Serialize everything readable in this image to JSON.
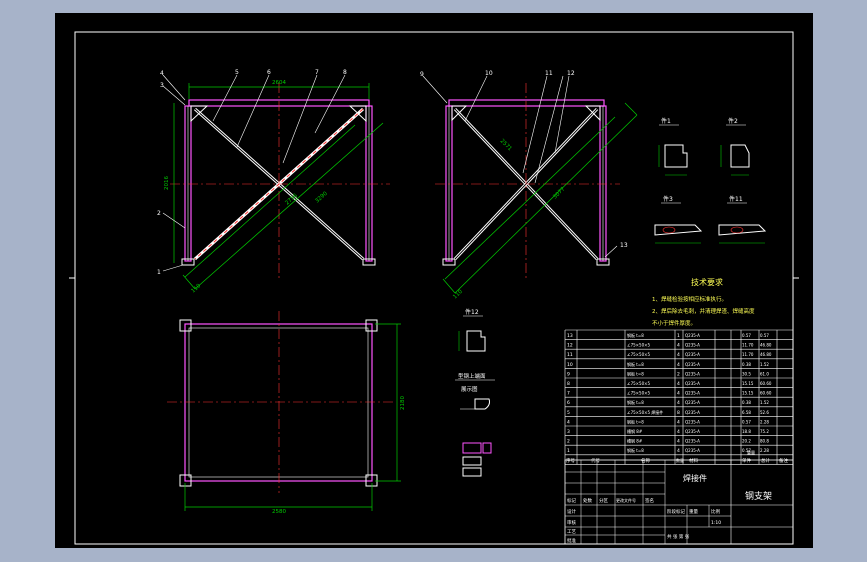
{
  "drawing": {
    "tech_req_title": "技术要求",
    "tech_req_lines": [
      "1、焊缝检验按相应标准执行。",
      "2、焊后除去毛刺，并清理焊渣、焊缝高度",
      "不小于焊件厚度。"
    ],
    "detail_labels": [
      "件1",
      "件2",
      "件3",
      "件11",
      "件12"
    ],
    "section_label_a": "型钢上端面",
    "section_label_b": "展示图",
    "callouts_left": [
      "4",
      "3",
      "5",
      "6",
      "7",
      "8",
      "2",
      "1"
    ],
    "callouts_right": [
      "9",
      "10",
      "11",
      "12",
      "13"
    ],
    "dims": {
      "front_top": "2604",
      "front_height": "2016",
      "front_diag": "3290",
      "front_diag2": "2756",
      "front_bottom_diag": "110",
      "plan_width": "2580",
      "plan_depth": "2180",
      "side_diag": "3077",
      "side_diag2": "2571",
      "side_bottom": "110"
    },
    "bom_rows": [
      [
        "13",
        "",
        "钢板 t=8",
        "",
        "1",
        "Q235-A",
        "",
        "0.57",
        "0.57",
        ""
      ],
      [
        "12",
        "",
        "∠75×50×5",
        "",
        "4",
        "Q235-A",
        "",
        "11.70",
        "46.80",
        ""
      ],
      [
        "11",
        "",
        "∠75×50×5",
        "",
        "4",
        "Q235-A",
        "",
        "11.70",
        "46.80",
        ""
      ],
      [
        "10",
        "",
        "钢板 t=8",
        "",
        "4",
        "Q235-A",
        "",
        "0.38",
        "1.52",
        ""
      ],
      [
        "9",
        "",
        "钢板 t=8",
        "",
        "2",
        "Q235-A",
        "",
        "30.5",
        "61.0",
        ""
      ],
      [
        "8",
        "",
        "∠75×50×5",
        "",
        "4",
        "Q235-A",
        "",
        "15.15",
        "60.60",
        ""
      ],
      [
        "7",
        "",
        "∠75×50×5",
        "",
        "4",
        "Q235-A",
        "",
        "15.15",
        "60.60",
        ""
      ],
      [
        "6",
        "",
        "钢板 t=8",
        "",
        "4",
        "Q235-A",
        "",
        "0.38",
        "1.52",
        ""
      ],
      [
        "5",
        "",
        "∠75×50×5 焊接件",
        "",
        "8",
        "Q235-A",
        "",
        "6.58",
        "52.6",
        ""
      ],
      [
        "4",
        "",
        "钢板 t=8",
        "",
        "4",
        "Q235-A",
        "",
        "0.57",
        "2.28",
        ""
      ],
      [
        "3",
        "",
        "槽钢 8#",
        "",
        "4",
        "Q235-A",
        "",
        "18.8",
        "75.2",
        ""
      ],
      [
        "2",
        "",
        "槽钢 8#",
        "",
        "4",
        "Q235-A",
        "",
        "20.2",
        "80.8",
        ""
      ],
      [
        "1",
        "",
        "钢板 t=8",
        "",
        "4",
        "Q235-A",
        "",
        "0.57",
        "2.28",
        ""
      ]
    ],
    "bom_header": [
      "序号",
      "代号",
      "名称",
      "数量",
      "材料",
      "单件",
      "总计",
      "备注"
    ],
    "bom_weight_label": "重量",
    "title_block": {
      "part_type": "焊接件",
      "drawing_name": "钢支架",
      "labels": [
        "标记",
        "处数",
        "分区",
        "更改文件号",
        "签名",
        "年、月、日"
      ],
      "row_labels": [
        "设计",
        "审核",
        "工艺",
        "批准"
      ],
      "stage_label": "阶段标记",
      "weight_label": "重量",
      "scale_label": "比例",
      "scale_value": "1:10",
      "weight_value": "",
      "sheet_text": "共 张 第 张"
    }
  }
}
